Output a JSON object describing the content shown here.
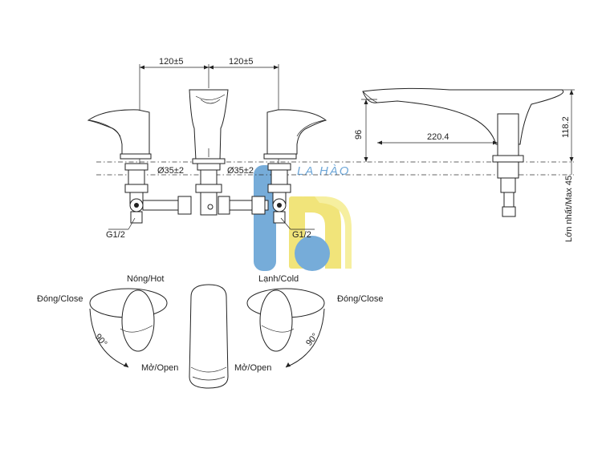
{
  "dimensions": {
    "spacing_left": "120±5",
    "spacing_right": "120±5",
    "hole_left": "Ø35±2",
    "hole_right": "Ø35±2",
    "thread_left": "G1/2",
    "thread_right": "G1/2",
    "spout_height": "96",
    "spout_reach": "220.4",
    "total_height": "118.2",
    "max_deck_vn": "Lớn nhất/",
    "max_deck_en": "Max 45"
  },
  "watermark": {
    "text": "LA HÀO",
    "colors": [
      "#f3e98a",
      "#6ea7d8"
    ]
  },
  "handle_labels": {
    "hot_vn": "Nóng/",
    "hot_en": "Hot",
    "cold_vn": "Lạnh/",
    "cold_en": "Cold",
    "close_left_vn": "Đóng/",
    "close_left_en": "Close",
    "close_right_vn": "Đóng/",
    "close_right_en": "Close",
    "open_left_vn": "Mở/",
    "open_left_en": "Open",
    "open_right_vn": "Mở/",
    "open_right_en": "Open",
    "angle_left": "90°",
    "angle_right": "90°"
  }
}
